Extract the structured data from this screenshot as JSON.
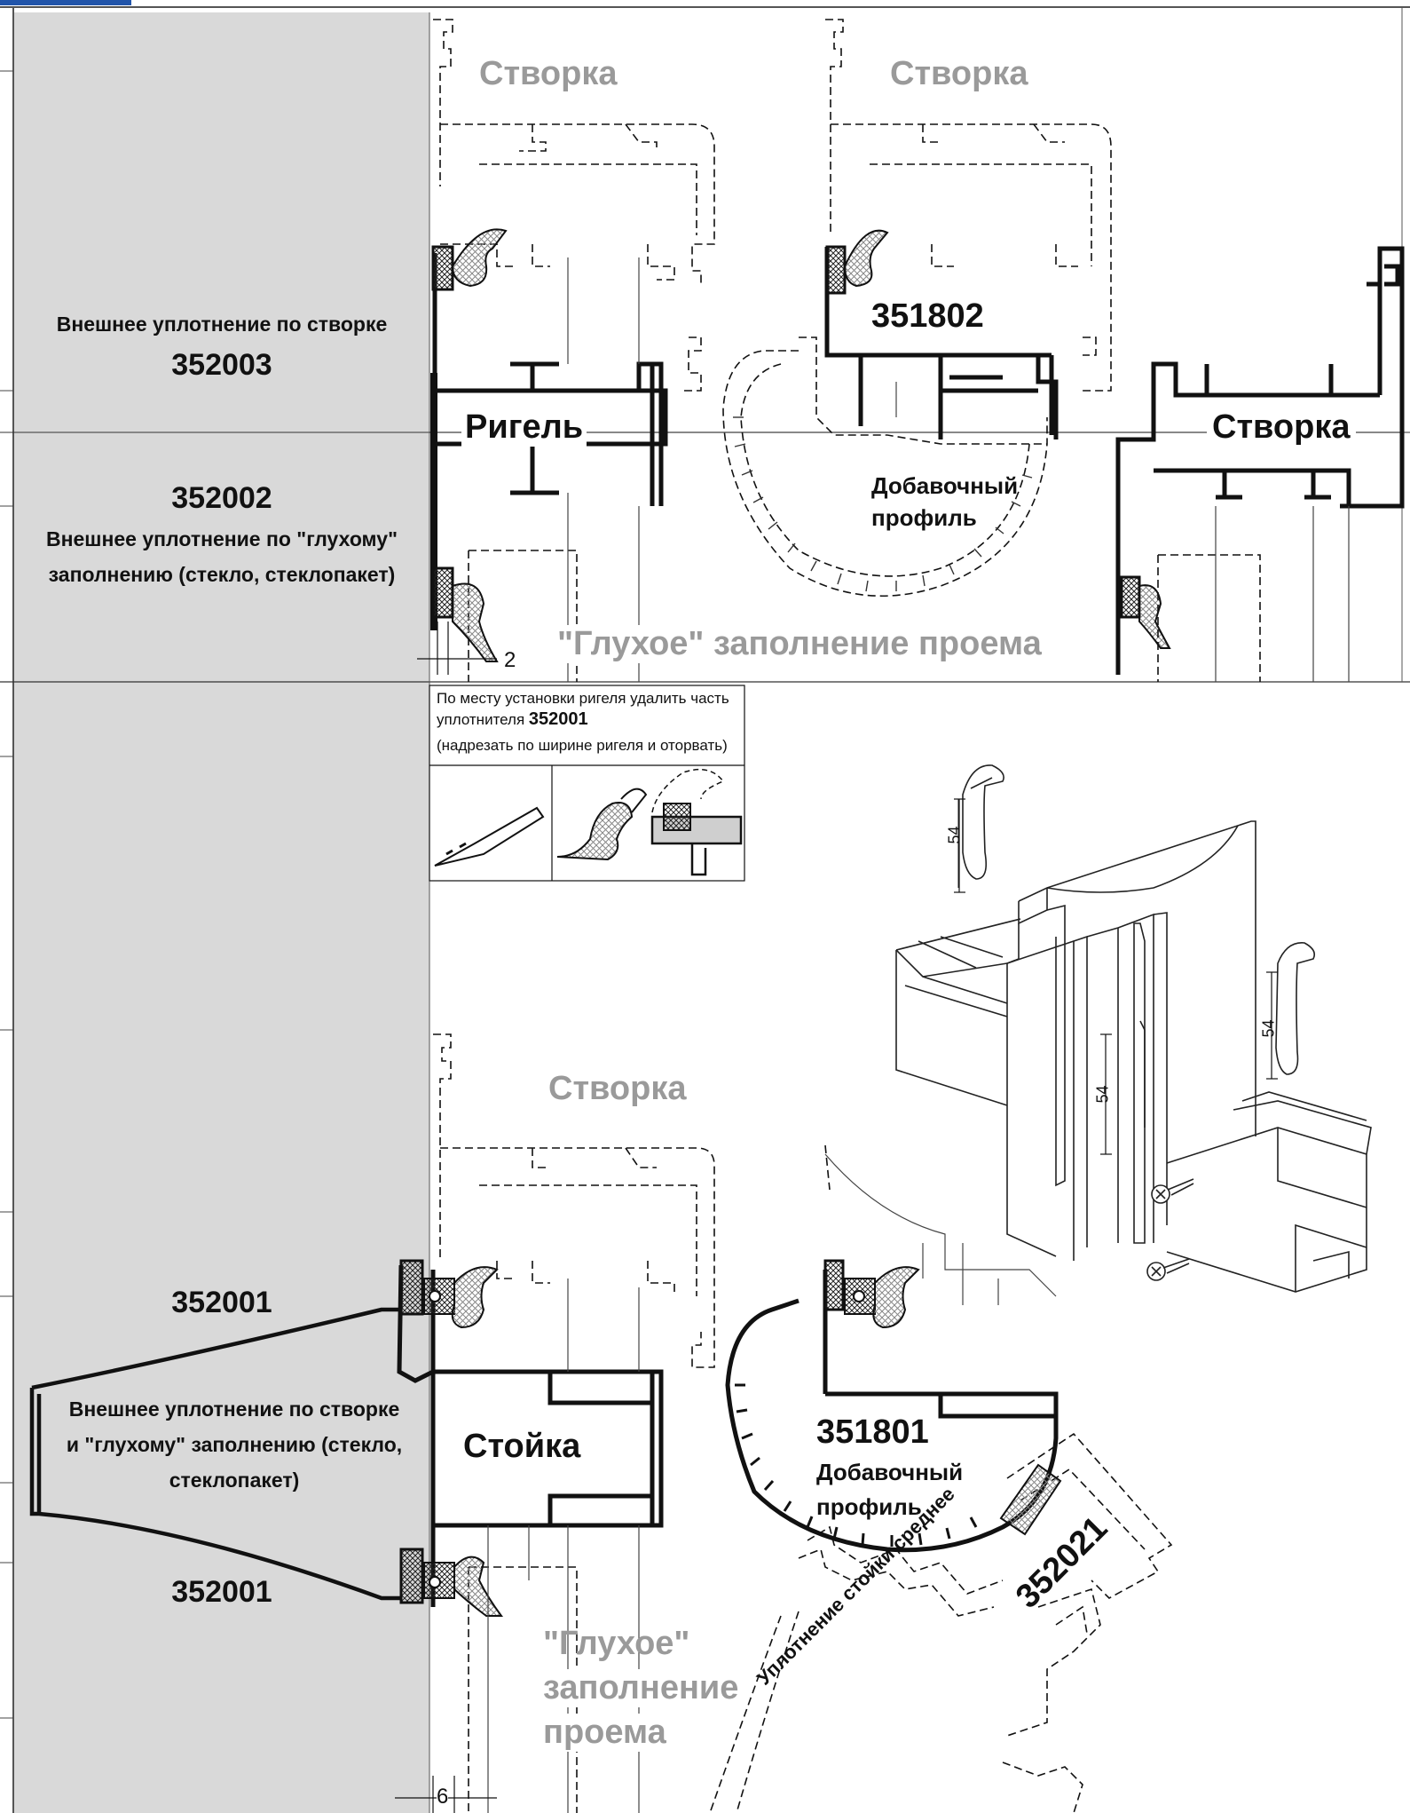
{
  "left_panel": {
    "top_seal": {
      "caption": "Внешнее уплотнение по створке",
      "code": "352003"
    },
    "glass_seal": {
      "code": "352002",
      "caption_line1": "Внешнее уплотнение по \"глухому\"",
      "caption_line2": "заполнению (стекло, стеклопакет)"
    },
    "mullion_seal_top_code": "352001",
    "mullion_seal_caption_line1": "Внешнее уплотнение по створке",
    "mullion_seal_caption_line2": "и \"глухому\" заполнению (стекло,",
    "mullion_seal_caption_line3": "стеклопакет)",
    "mullion_seal_bottom_code": "352001"
  },
  "top_section": {
    "sash_left": "Створка",
    "sash_middle": "Створка",
    "sash_right": "Створка",
    "transom": "Ригель",
    "profile_code": "351802",
    "extra_profile_line1": "Добавочный",
    "extra_profile_line2": "профиль",
    "fixed_fill": "\"Глухое\" заполнение проема",
    "dimension": "2"
  },
  "instruction": {
    "line1": "По месту установки ригеля удалить часть",
    "line2_prefix": "уплотнителя ",
    "line2_code": "352001",
    "line3": "(надрезать по ширине ригеля и оторвать)"
  },
  "iso_view": {
    "dim1": "54",
    "dim2": "54",
    "dim3": "54"
  },
  "bottom_section": {
    "sash": "Створка",
    "mullion": "Стойка",
    "profile_code": "351801",
    "extra_profile_line1": "Добавочный",
    "extra_profile_line2": "профиль",
    "mid_seal_caption": "Уплотнение стойки среднее",
    "mid_seal_code": "352021",
    "fixed_fill_line1": "\"Глухое\"",
    "fixed_fill_line2": "заполнение",
    "fixed_fill_line3": "проема",
    "dimension": "6"
  }
}
